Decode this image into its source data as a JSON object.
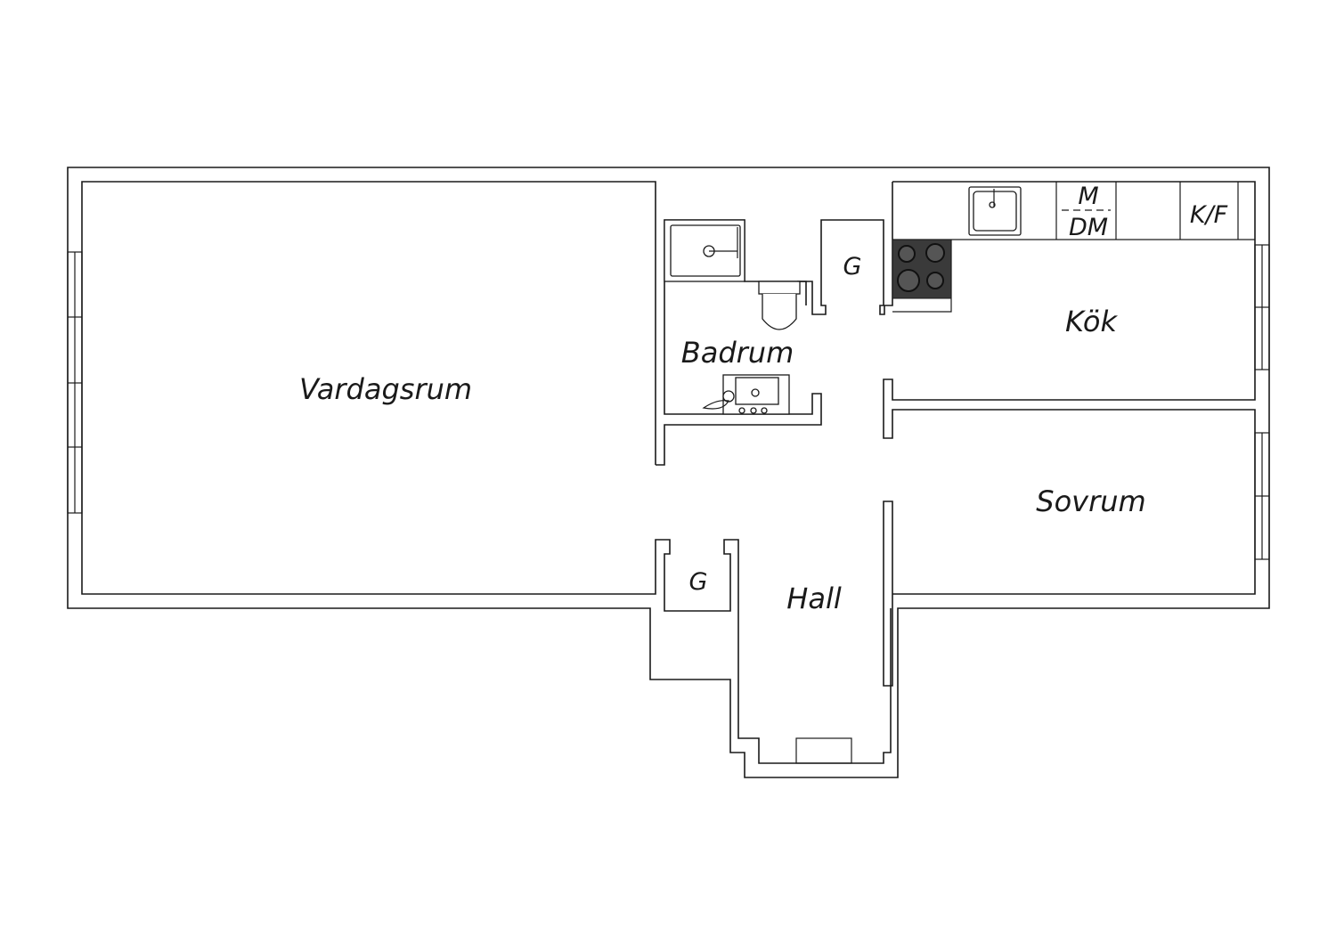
{
  "rooms": {
    "living": "Vardagsrum",
    "bathroom": "Badrum",
    "kitchen": "Kök",
    "bedroom": "Sovrum",
    "hall": "Hall"
  },
  "closets": {
    "upper": "G",
    "lower": "G"
  },
  "appliances": {
    "microwave": "M",
    "dishwasher": "DM",
    "fridge_freezer": "K/F"
  }
}
